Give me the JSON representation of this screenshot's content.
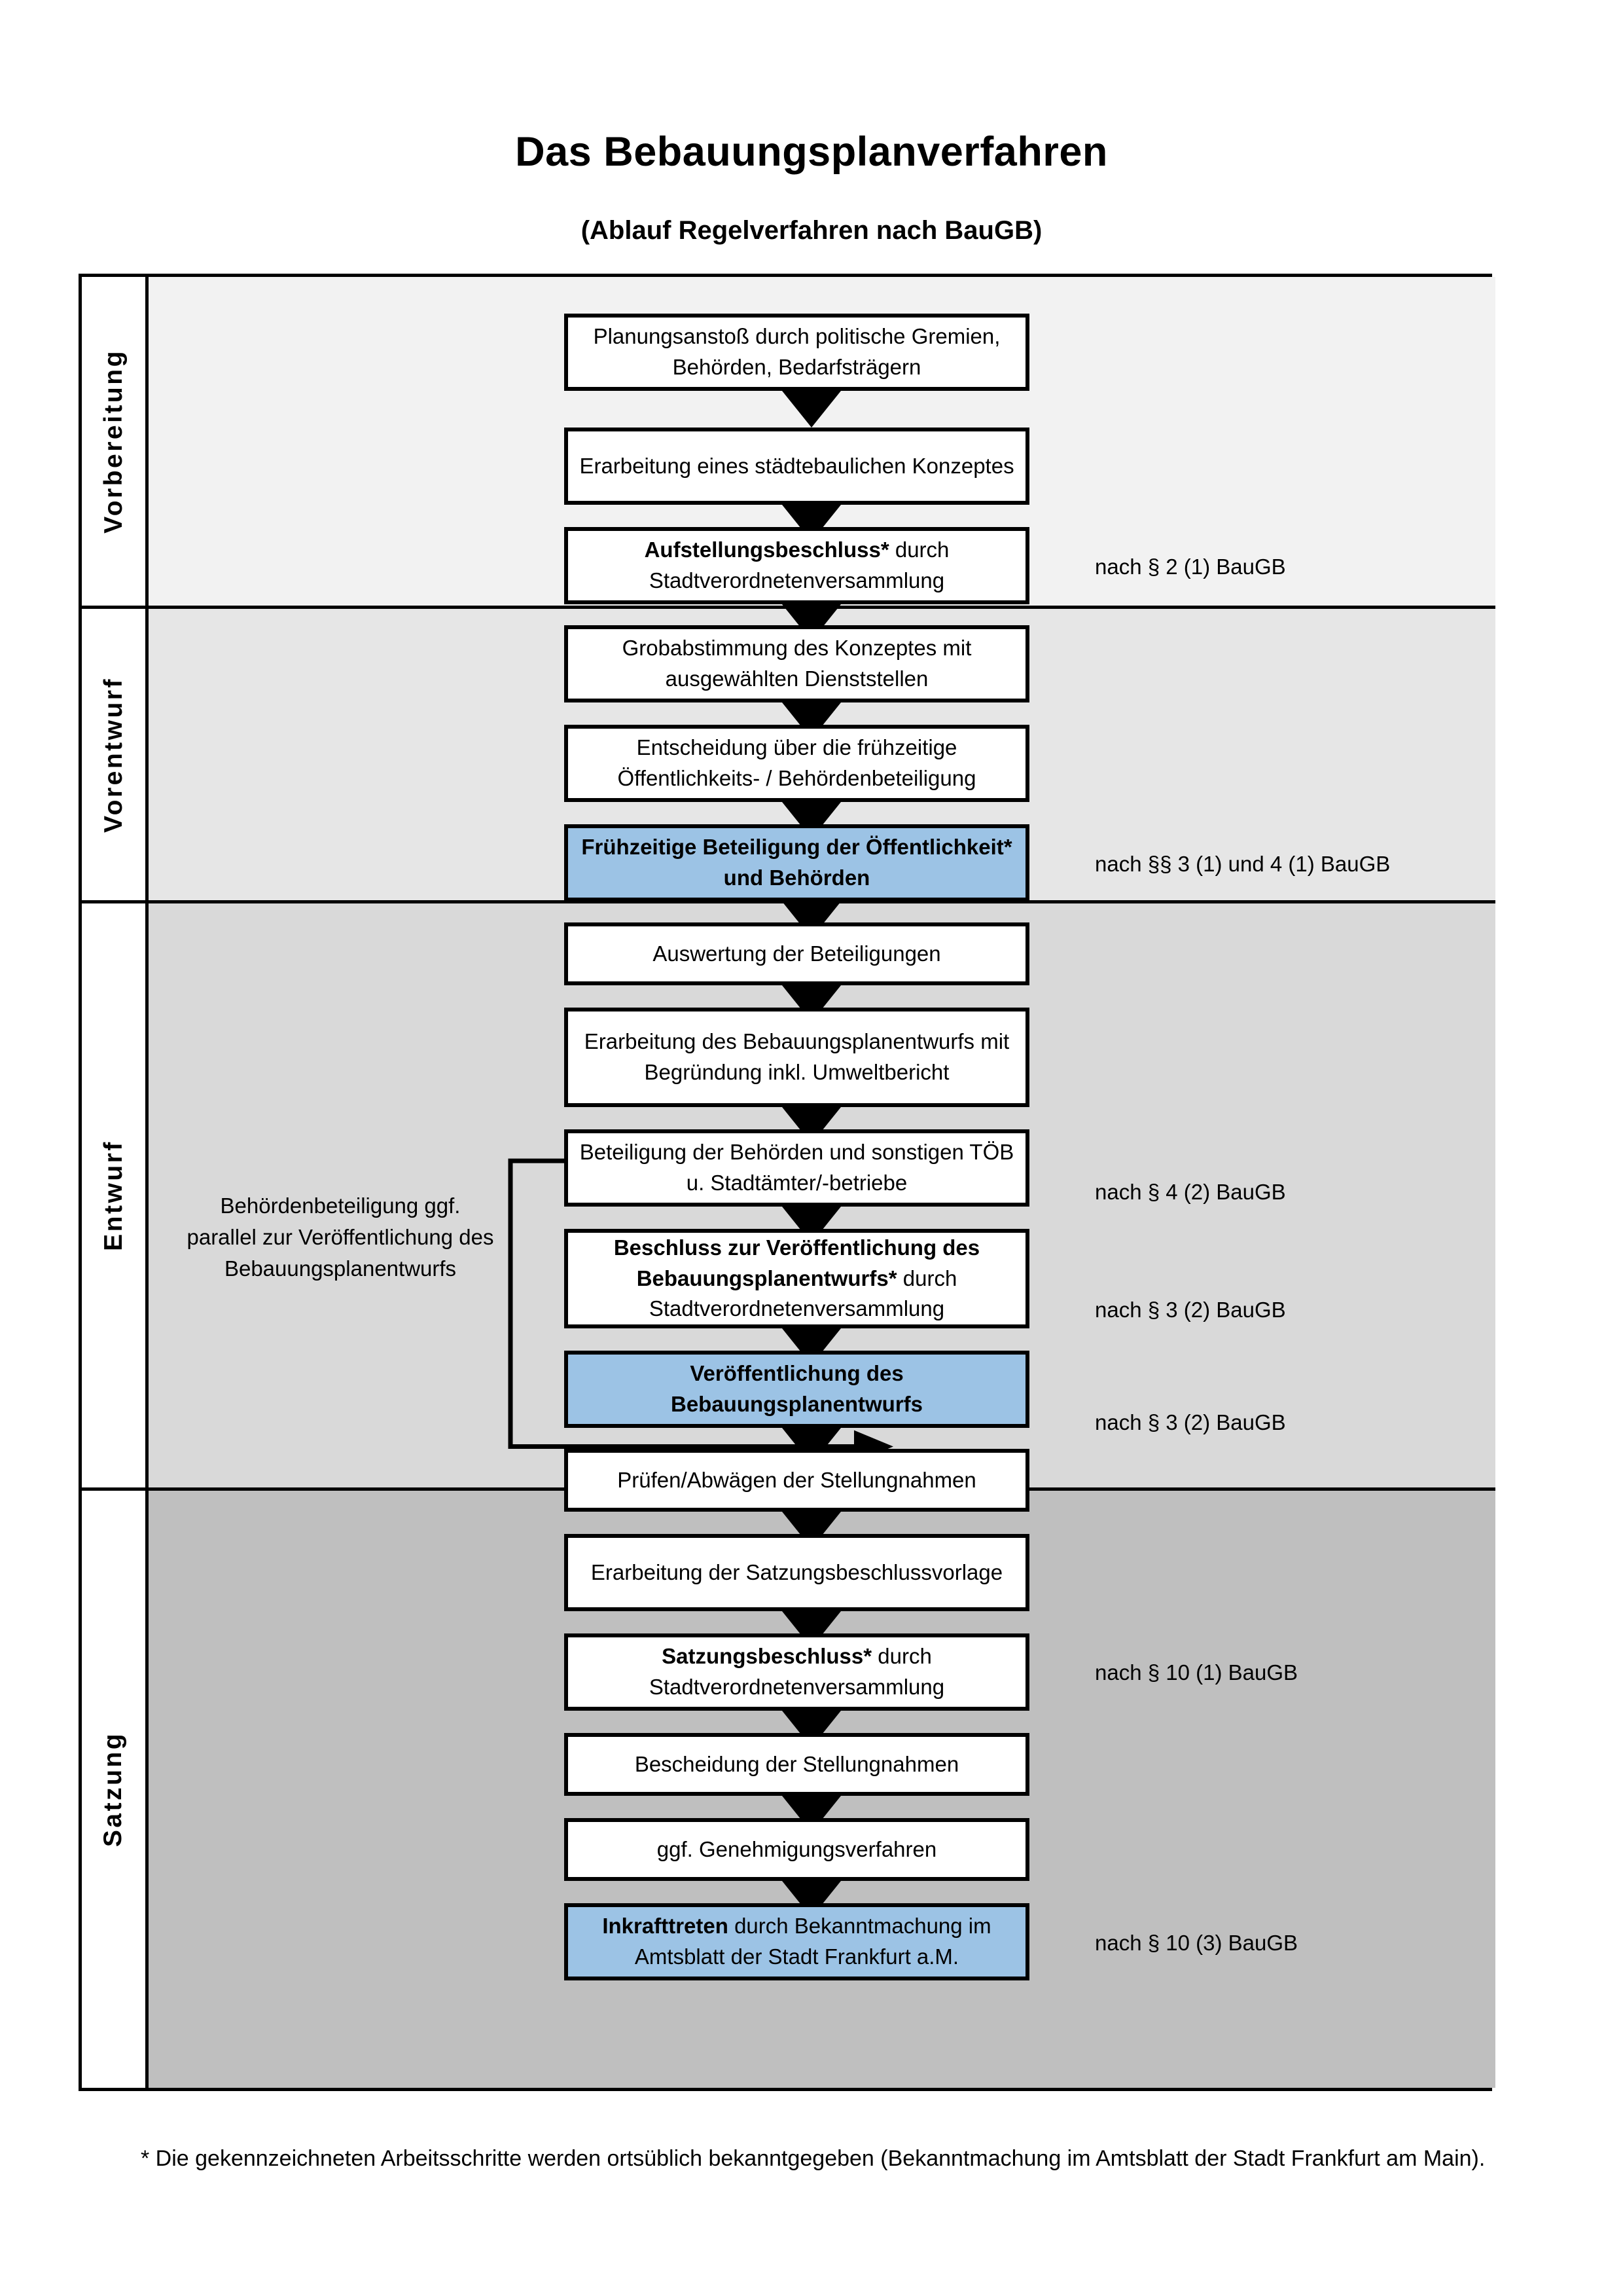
{
  "header": {
    "title": "Das Bebauungsplanverfahren",
    "subtitle": "(Ablauf Regelverfahren nach BauGB)"
  },
  "colors": {
    "highlight_blue": "#9CC3E5",
    "band_vorbereitung": "#F2F2F2",
    "band_vorentwurf": "#E6E6E6",
    "band_entwurf": "#D9D9D9",
    "band_satzung": "#BFBFBF",
    "outline": "#000000"
  },
  "phases": [
    {
      "label": "Vorbereitung"
    },
    {
      "label": "Vorentwurf"
    },
    {
      "label": "Entwurf"
    },
    {
      "label": "Satzung"
    }
  ],
  "steps": [
    {
      "id": "planungsanstoss",
      "phase": "Vorbereitung",
      "text": "Planungsanstoß durch politische Gremien, Behörden, Bedarfsträgern",
      "bold_prefix": "",
      "highlight": false
    },
    {
      "id": "staedtebauliches-konzept",
      "phase": "Vorbereitung",
      "text": "Erarbeitung eines städtebaulichen Konzeptes",
      "bold_prefix": "",
      "highlight": false
    },
    {
      "id": "aufstellungsbeschluss",
      "phase": "Vorbereitung",
      "text": " durch Stadtverordnetenversammlung",
      "bold_prefix": "Aufstellungsbeschluss*",
      "highlight": false
    },
    {
      "id": "grobabstimmung",
      "phase": "Vorentwurf",
      "text": "Grobabstimmung des Konzeptes mit ausgewählten Dienststellen",
      "bold_prefix": "",
      "highlight": false
    },
    {
      "id": "entscheidung-fruehzeitige-beteiligung",
      "phase": "Vorentwurf",
      "text": "Entscheidung über die frühzeitige Öffentlichkeits- / Behördenbeteiligung",
      "bold_prefix": "",
      "highlight": false
    },
    {
      "id": "fruehzeitige-beteiligung",
      "phase": "Vorentwurf",
      "text": "",
      "bold_prefix": "Frühzeitige Beteiligung der Öffentlichkeit* und Behörden",
      "highlight": true
    },
    {
      "id": "auswertung-beteiligungen",
      "phase": "Entwurf",
      "text": "Auswertung der Beteiligungen",
      "bold_prefix": "",
      "highlight": false
    },
    {
      "id": "erarbeitung-bebauungsplanentwurf",
      "phase": "Entwurf",
      "text": "Erarbeitung des Bebauungsplanentwurfs mit Begründung inkl. Umweltbericht",
      "bold_prefix": "",
      "highlight": false
    },
    {
      "id": "beteiligung-behoerden-toeb",
      "phase": "Entwurf",
      "text": "Beteiligung der Behörden und sonstigen TÖB u. Stadtämter/-betriebe",
      "bold_prefix": "",
      "highlight": false
    },
    {
      "id": "beschluss-veroeffentlichung",
      "phase": "Entwurf",
      "text": " durch Stadtverordnetenversammlung",
      "bold_prefix": "Beschluss zur Veröffentlichung des Bebauungsplanentwurfs*",
      "highlight": false
    },
    {
      "id": "veroeffentlichung-entwurf",
      "phase": "Entwurf",
      "text": "",
      "bold_prefix": "Veröffentlichung des Bebauungsplanentwurfs",
      "highlight": true
    },
    {
      "id": "pruefen-abwaegen",
      "phase": "Satzung",
      "text": "Prüfen/Abwägen der Stellungnahmen",
      "bold_prefix": "",
      "highlight": false
    },
    {
      "id": "satzungsbeschlussvorlage",
      "phase": "Satzung",
      "text": "Erarbeitung der Satzungsbeschlussvorlage",
      "bold_prefix": "",
      "highlight": false
    },
    {
      "id": "satzungsbeschluss",
      "phase": "Satzung",
      "text": " durch Stadtverordnetenversammlung",
      "bold_prefix": "Satzungsbeschluss*",
      "highlight": false
    },
    {
      "id": "bescheidung-stellungnahmen",
      "phase": "Satzung",
      "text": "Bescheidung der Stellungnahmen",
      "bold_prefix": "",
      "highlight": false
    },
    {
      "id": "genehmigungsverfahren",
      "phase": "Satzung",
      "text": "ggf. Genehmigungsverfahren",
      "bold_prefix": "",
      "highlight": false
    },
    {
      "id": "inkrafttreten",
      "phase": "Satzung",
      "text": " durch Bekanntmachung im Amtsblatt der Stadt Frankfurt a.M.",
      "bold_prefix": "Inkrafttreten",
      "highlight": true
    }
  ],
  "references": [
    {
      "id": "ref-aufstellungsbeschluss",
      "text": "nach § 2 (1) BauGB"
    },
    {
      "id": "ref-fruehzeitige-beteiligung",
      "text": "nach §§ 3 (1) und 4 (1) BauGB"
    },
    {
      "id": "ref-beteiligung-behoerden",
      "text": "nach § 4 (2) BauGB"
    },
    {
      "id": "ref-beschluss-veroeffentlichung",
      "text": "nach § 3 (2) BauGB"
    },
    {
      "id": "ref-veroeffentlichung",
      "text": "nach § 3 (2) BauGB"
    },
    {
      "id": "ref-satzungsbeschluss",
      "text": "nach § 10 (1) BauGB"
    },
    {
      "id": "ref-inkrafttreten",
      "text": "nach § 10 (3) BauGB"
    }
  ],
  "side_note": {
    "text": "Behördenbeteiligung ggf. parallel zur Veröffentlichung des Bebauungsplanentwurfs"
  },
  "footnote": {
    "text": "* Die gekennzeichneten Arbeitsschritte werden ortsüblich bekanntgegeben (Bekanntmachung im Amtsblatt  der Stadt Frankfurt am Main)."
  }
}
